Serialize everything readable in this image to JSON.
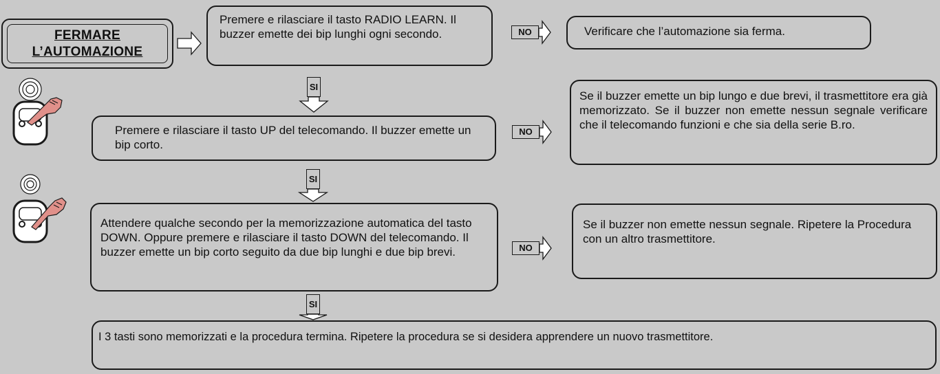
{
  "title": {
    "line1": "FERMARE",
    "line2": "L’AUTOMAZIONE"
  },
  "steps": {
    "step1": "Premere e rilasciare  il tasto RADIO LEARN. Il buzzer emette dei bip lunghi ogni secondo.",
    "step2": "Premere e rilasciare il tasto UP del telecomando. Il buzzer emette un bip corto.",
    "step3": "Attendere qualche secondo per la memorizzazione automatica del tasto DOWN. Oppure premere e rilasciare il tasto DOWN del telecomando. Il buzzer emette un bip corto seguito da due bip lunghi e due bip brevi.",
    "final": "I 3 tasti sono memorizzati e la  procedura termina. Ripetere la  procedura se si desidera apprendere  un nuovo trasmettitore."
  },
  "outcomes": {
    "no1": "Verificare che l’automazione sia ferma.",
    "no2": "Se il buzzer emette un bip lungo e due brevi, il trasmettitore era già memorizzato. Se il buzzer non emette nessun segnale verificare che il telecomando funzioni e che sia della serie B.ro.",
    "no3": "Se il buzzer non emette nessun segnale. Ripetere la Procedura con un altro trasmettitore."
  },
  "labels": {
    "yes": "SI",
    "no": "NO"
  },
  "icons": [
    "remote-control-icon",
    "hand-pointer-icon",
    "radio-waves-icon"
  ],
  "colors": {
    "background": "#c9c9c9",
    "border": "#1a1a1a",
    "hand": "#e0908a"
  }
}
